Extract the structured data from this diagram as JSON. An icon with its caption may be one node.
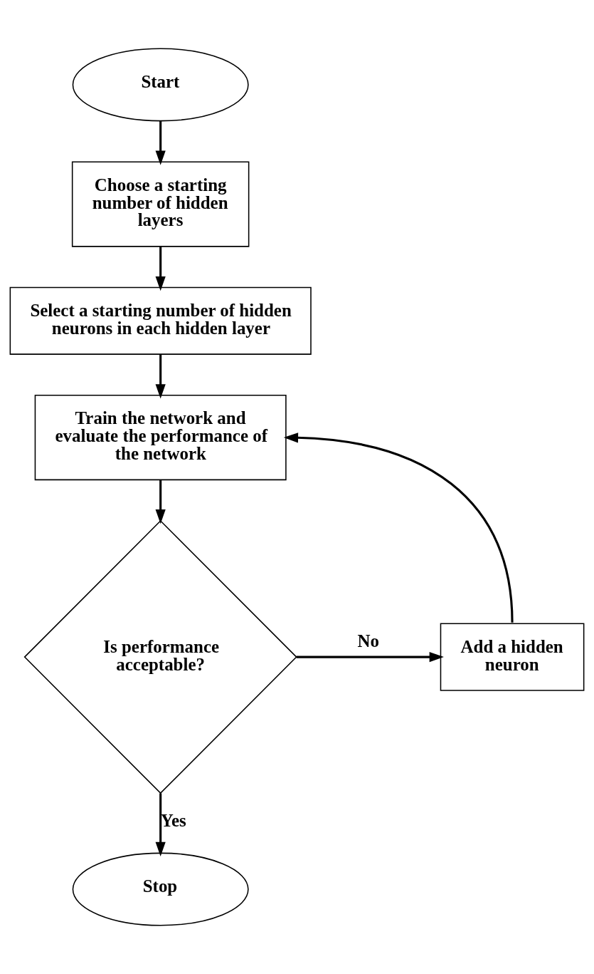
{
  "diagram": {
    "nodes": [
      {
        "text": [
          "Start"
        ]
      },
      {
        "text": [
          "Choose a starting number of hidden layers"
        ]
      },
      {
        "text": [
          "Select a starting number of hidden neurons in each hidden layer"
        ]
      },
      {
        "text": [
          "Train the network and evaluate the performance of the network"
        ]
      },
      {
        "text": [
          "Is performance acceptable?"
        ]
      },
      {
        "text": [
          "Add a hidden neuron"
        ]
      },
      {
        "text": [
          "Stop"
        ]
      }
    ],
    "edges": [
      {
        "from": 0,
        "to": 1,
        "arrow": "to"
      },
      {
        "from": 1,
        "to": 2,
        "arrow": "to"
      },
      {
        "from": 2,
        "to": 3,
        "arrow": "to"
      },
      {
        "from": 3,
        "to": 4,
        "arrow": "to"
      },
      {
        "from": 4,
        "to": 5,
        "arrow": "to",
        "label": "No"
      },
      {
        "from": 5,
        "to": 3,
        "arrow": "to"
      },
      {
        "from": 4,
        "to": 6,
        "arrow": "to",
        "label": "Yes"
      }
    ]
  }
}
